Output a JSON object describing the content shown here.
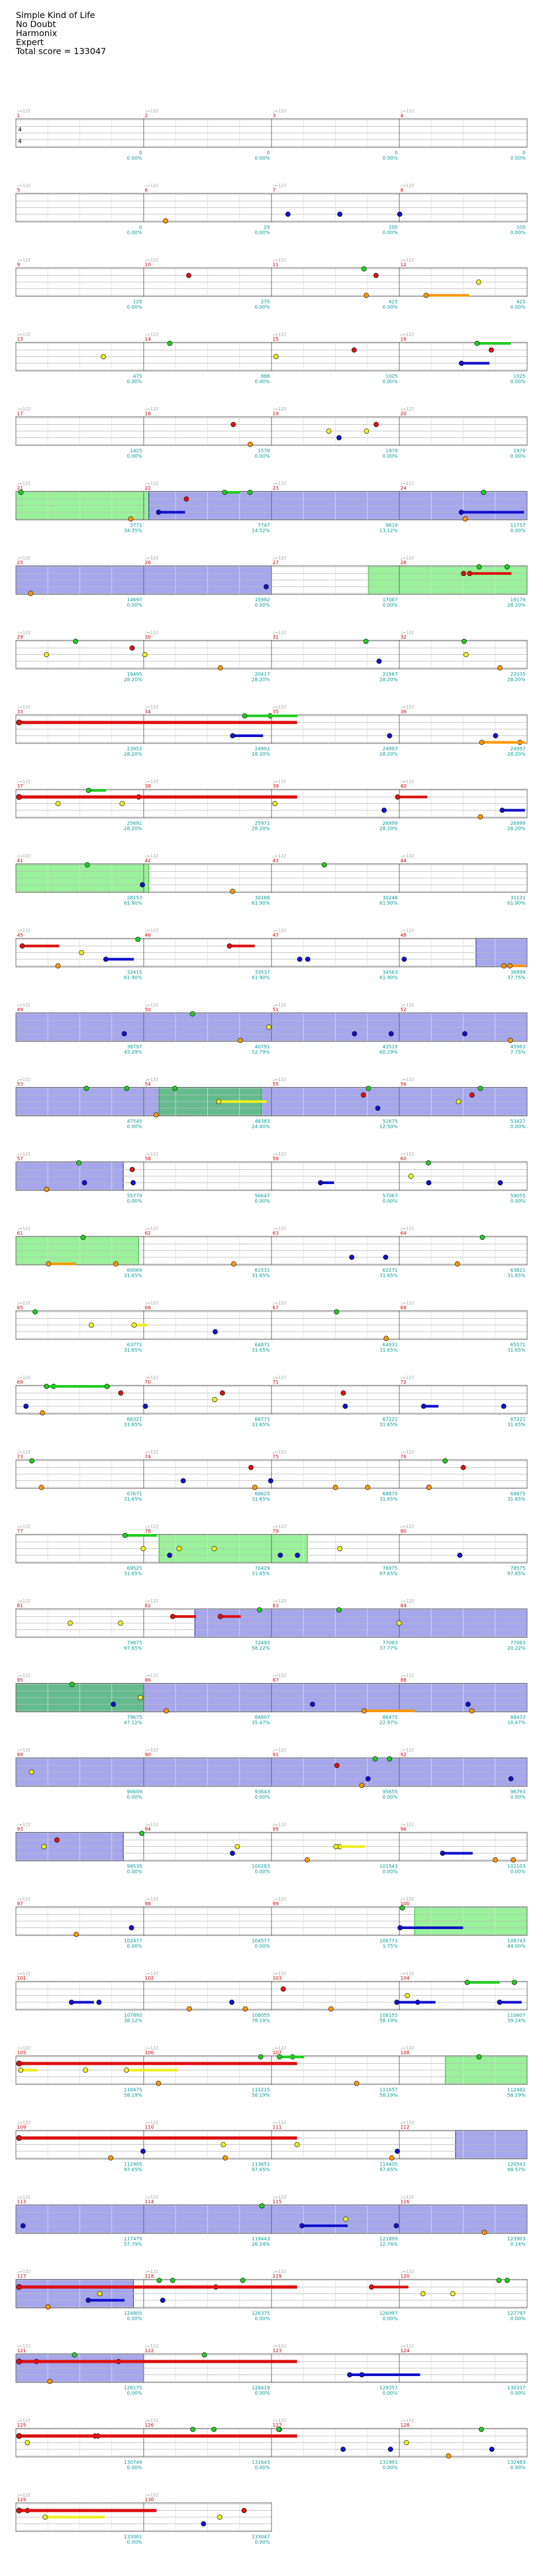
{
  "song": {
    "title": "Simple Kind of Life",
    "artist": "No Doubt",
    "charter": "Harmonix",
    "difficulty": "Expert",
    "total_score_label": "Total score = 133047"
  },
  "colors": {
    "green": "#22cc22",
    "red": "#dd1111",
    "yellow": "#eeee22",
    "blue": "#1111cc",
    "orange": "#ff9900",
    "starpower_fill": "#0000cc",
    "solo_fill": "#00dd00",
    "score_text": "#009999",
    "measure_num": "#cc0000",
    "tempo_text": "#999999"
  },
  "rows": [
    {
      "measures": [
        "1",
        "2",
        "3",
        "4"
      ],
      "tempo": "♩=122",
      "scores": [
        "0",
        "0",
        "0",
        "0"
      ],
      "pcts": [
        "0.00%",
        "0.00%",
        "0.00%",
        "0.00%"
      ],
      "timesig": true
    },
    {
      "measures": [
        "5",
        "6",
        "7",
        "8"
      ],
      "tempo": "♩=122",
      "scores": [
        "0",
        "25",
        "100",
        "100"
      ],
      "pcts": [
        "0.00%",
        "0.00%",
        "0.00%",
        "0.00%"
      ]
    },
    {
      "measures": [
        "9",
        "10",
        "11",
        "12"
      ],
      "tempo": "♩=122",
      "scores": [
        "125",
        "275",
        "425",
        "425"
      ],
      "pcts": [
        "0.00%",
        "0.00%",
        "0.00%",
        "0.00%"
      ]
    },
    {
      "measures": [
        "13",
        "14",
        "15",
        "16"
      ],
      "tempo": "♩=122",
      "scores": [
        "475",
        "888",
        "1025",
        "1025"
      ],
      "pcts": [
        "0.00%",
        "0.00%",
        "0.00%",
        "0.00%"
      ]
    },
    {
      "measures": [
        "17",
        "18",
        "19",
        "20"
      ],
      "tempo": "♩=122",
      "scores": [
        "1425",
        "1579",
        "1979",
        "1979"
      ],
      "pcts": [
        "0.00%",
        "0.00%",
        "0.00%",
        "0.00%"
      ]
    },
    {
      "measures": [
        "21",
        "22",
        "23",
        "24"
      ],
      "tempo": "♩=122",
      "scores": [
        "3771",
        "7747",
        "9819",
        "11757"
      ],
      "pcts": [
        "34.35%",
        "14.52%",
        "13.12%",
        "0.00%"
      ]
    },
    {
      "measures": [
        "25",
        "26",
        "27",
        "28"
      ],
      "tempo": "♩=122",
      "scores": [
        "14697",
        "15992",
        "17087",
        "19179"
      ],
      "pcts": [
        "0.00%",
        "0.00%",
        "0.00%",
        "28.20%"
      ]
    },
    {
      "measures": [
        "29",
        "30",
        "31",
        "32"
      ],
      "tempo": "♩=122",
      "scores": [
        "19495",
        "20417",
        "21567",
        "22035"
      ],
      "pcts": [
        "28.20%",
        "28.20%",
        "28.20%",
        "28.20%"
      ]
    },
    {
      "measures": [
        "33",
        "34",
        "35",
        "36"
      ],
      "tempo": "♩=122",
      "scores": [
        "23951",
        "24991",
        "24997",
        "24997"
      ],
      "pcts": [
        "28.20%",
        "28.20%",
        "28.20%",
        "28.20%"
      ]
    },
    {
      "measures": [
        "37",
        "38",
        "39",
        "40"
      ],
      "tempo": "♩=122",
      "scores": [
        "25691",
        "25971",
        "26999",
        "26999"
      ],
      "pcts": [
        "28.20%",
        "28.20%",
        "28.20%",
        "28.20%"
      ]
    },
    {
      "measures": [
        "41",
        "42",
        "43",
        "44"
      ],
      "tempo": "♩=122",
      "scores": [
        "28153",
        "30188",
        "30248",
        "31131"
      ],
      "pcts": [
        "61.90%",
        "61.90%",
        "61.90%",
        "61.90%"
      ]
    },
    {
      "measures": [
        "45",
        "46",
        "47",
        "48"
      ],
      "tempo": "♩=122",
      "scores": [
        "32415",
        "33537",
        "34563",
        "36899"
      ],
      "pcts": [
        "61.90%",
        "61.90%",
        "61.90%",
        "37.75%"
      ]
    },
    {
      "measures": [
        "49",
        "50",
        "51",
        "52"
      ],
      "tempo": "♩=122",
      "scores": [
        "38797",
        "40791",
        "43519",
        "45963"
      ],
      "pcts": [
        "45.29%",
        "52.79%",
        "60.29%",
        "7.75%"
      ]
    },
    {
      "measures": [
        "53",
        "54",
        "55",
        "56"
      ],
      "tempo": "♩=122",
      "scores": [
        "47545",
        "48383",
        "51675",
        "53427"
      ],
      "pcts": [
        "0.00%",
        "24.40%",
        "12.50%",
        "0.00%"
      ]
    },
    {
      "measures": [
        "57",
        "58",
        "59",
        "60"
      ],
      "tempo": "♩=122",
      "scores": [
        "55779",
        "56647",
        "57067",
        "59055"
      ],
      "pcts": [
        "0.00%",
        "0.00%",
        "0.00%",
        "0.00%"
      ]
    },
    {
      "measures": [
        "61",
        "62",
        "63",
        "64"
      ],
      "tempo": "♩=122",
      "scores": [
        "60069",
        "61531",
        "62271",
        "63821"
      ],
      "pcts": [
        "31.65%",
        "31.65%",
        "31.65%",
        "31.65%"
      ]
    },
    {
      "measures": [
        "65",
        "66",
        "67",
        "68"
      ],
      "tempo": "♩=122",
      "scores": [
        "63771",
        "64871",
        "64931",
        "65571"
      ],
      "pcts": [
        "31.65%",
        "31.65%",
        "31.65%",
        "31.65%"
      ]
    },
    {
      "measures": [
        "69",
        "70",
        "71",
        "72"
      ],
      "tempo": "♩=122",
      "scores": [
        "66321",
        "66771",
        "67221",
        "67221"
      ],
      "pcts": [
        "31.65%",
        "31.65%",
        "31.65%",
        "31.65%"
      ]
    },
    {
      "measures": [
        "73",
        "74",
        "75",
        "76"
      ],
      "tempo": "♩=122",
      "scores": [
        "67671",
        "68625",
        "68875",
        "68875"
      ],
      "pcts": [
        "31.65%",
        "31.65%",
        "31.65%",
        "31.65%"
      ]
    },
    {
      "measures": [
        "77",
        "78",
        "79",
        "80"
      ],
      "tempo": "♩=122",
      "scores": [
        "69525",
        "70429",
        "76975",
        "78575"
      ],
      "pcts": [
        "31.65%",
        "31.65%",
        "97.65%",
        "97.65%"
      ]
    },
    {
      "measures": [
        "81",
        "82",
        "83",
        "84"
      ],
      "tempo": "♩=122",
      "scores": [
        "79875",
        "72493",
        "77083",
        "77083"
      ],
      "pcts": [
        "97.65%",
        "58.22%",
        "37.77%",
        "20.22%"
      ]
    },
    {
      "measures": [
        "85",
        "86",
        "87",
        "88"
      ],
      "tempo": "♩=122",
      "scores": [
        "79675",
        "84807",
        "86475",
        "88433"
      ],
      "pcts": [
        "47.12%",
        "35.47%",
        "22.97%",
        "10.47%"
      ]
    },
    {
      "measures": [
        "89",
        "90",
        "91",
        "92"
      ],
      "tempo": "♩=122",
      "scores": [
        "90609",
        "93643",
        "95655",
        "96793"
      ],
      "pcts": [
        "0.00%",
        "0.00%",
        "0.00%",
        "0.00%"
      ]
    },
    {
      "measures": [
        "93",
        "94",
        "95",
        "96"
      ],
      "tempo": "♩=122",
      "scores": [
        "99535",
        "100283",
        "101543",
        "102103"
      ],
      "pcts": [
        "0.00%",
        "0.00%",
        "0.00%",
        "0.00%"
      ]
    },
    {
      "measures": [
        "97",
        "98",
        "99",
        "100"
      ],
      "tempo": "♩=122",
      "scores": [
        "102477",
        "104577",
        "106771",
        "108743"
      ],
      "pcts": [
        "0.00%",
        "0.00%",
        "1.75%",
        "44.00%"
      ]
    },
    {
      "measures": [
        "101",
        "102",
        "103",
        "104"
      ],
      "tempo": "♩=122",
      "scores": [
        "107893",
        "108055",
        "108155",
        "110607"
      ],
      "pcts": [
        "38.12%",
        "78.19%",
        "58.19%",
        "39.24%"
      ]
    },
    {
      "measures": [
        "105",
        "106",
        "107",
        "108"
      ],
      "tempo": "♩=122",
      "scores": [
        "110475",
        "111215",
        "111657",
        "112482"
      ],
      "pcts": [
        "58.19%",
        "58.19%",
        "58.19%",
        "58.19%"
      ]
    },
    {
      "measures": [
        "109",
        "110",
        "111",
        "112"
      ],
      "tempo": "♩=122",
      "scores": [
        "112905",
        "113651",
        "114405",
        "120543"
      ],
      "pcts": [
        "97.65%",
        "97.65%",
        "97.65%",
        "88.57%"
      ]
    },
    {
      "measures": [
        "113",
        "114",
        "115",
        "116"
      ],
      "tempo": "♩=122",
      "scores": [
        "117479",
        "119443",
        "121899",
        "123903"
      ],
      "pcts": [
        "57.79%",
        "26.24%",
        "12.74%",
        "0.14%"
      ]
    },
    {
      "measures": [
        "117",
        "118",
        "119",
        "120"
      ],
      "tempo": "♩=122",
      "scores": [
        "124805",
        "126375",
        "126997",
        "127797"
      ],
      "pcts": [
        "0.00%",
        "0.00%",
        "0.00%",
        "0.00%"
      ]
    },
    {
      "measures": [
        "121",
        "122",
        "123",
        "124"
      ],
      "tempo": "♩=122",
      "scores": [
        "128175",
        "128419",
        "129357",
        "130337"
      ],
      "pcts": [
        "0.00%",
        "0.00%",
        "0.00%",
        "0.00%"
      ]
    },
    {
      "measures": [
        "125",
        "126",
        "127",
        "128"
      ],
      "tempo": "♩=122",
      "scores": [
        "130749",
        "131643",
        "131991",
        "132483"
      ],
      "pcts": [
        "0.00%",
        "0.00%",
        "0.00%",
        "0.00%"
      ]
    },
    {
      "measures": [
        "129",
        "130"
      ],
      "tempo": "♩=122",
      "scores": [
        "133001",
        "133047"
      ],
      "pcts": [
        "0.00%",
        "0.00%"
      ]
    }
  ]
}
